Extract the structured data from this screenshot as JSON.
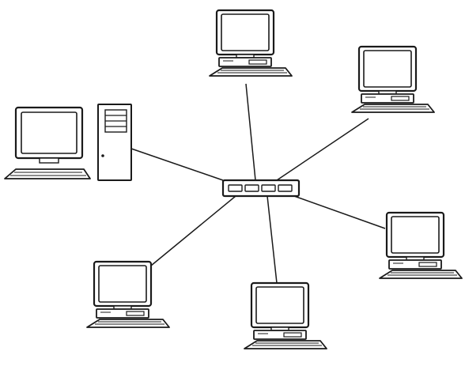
{
  "diagram": {
    "type": "star-network-topology",
    "hub": {
      "icon": "network-switch-icon",
      "port_count": 4
    },
    "nodes": [
      {
        "id": "server-workstation",
        "icon": "desktop-tower-computer-icon"
      },
      {
        "id": "computer-top",
        "icon": "desktop-computer-icon"
      },
      {
        "id": "computer-top-right",
        "icon": "desktop-computer-icon"
      },
      {
        "id": "computer-right",
        "icon": "desktop-computer-icon"
      },
      {
        "id": "computer-bottom",
        "icon": "desktop-computer-icon"
      },
      {
        "id": "computer-bottom-left",
        "icon": "desktop-computer-icon"
      }
    ],
    "colors": {
      "stroke": "#1a1a1a",
      "screen_fill": "#ffffff",
      "background": "#ffffff"
    }
  }
}
